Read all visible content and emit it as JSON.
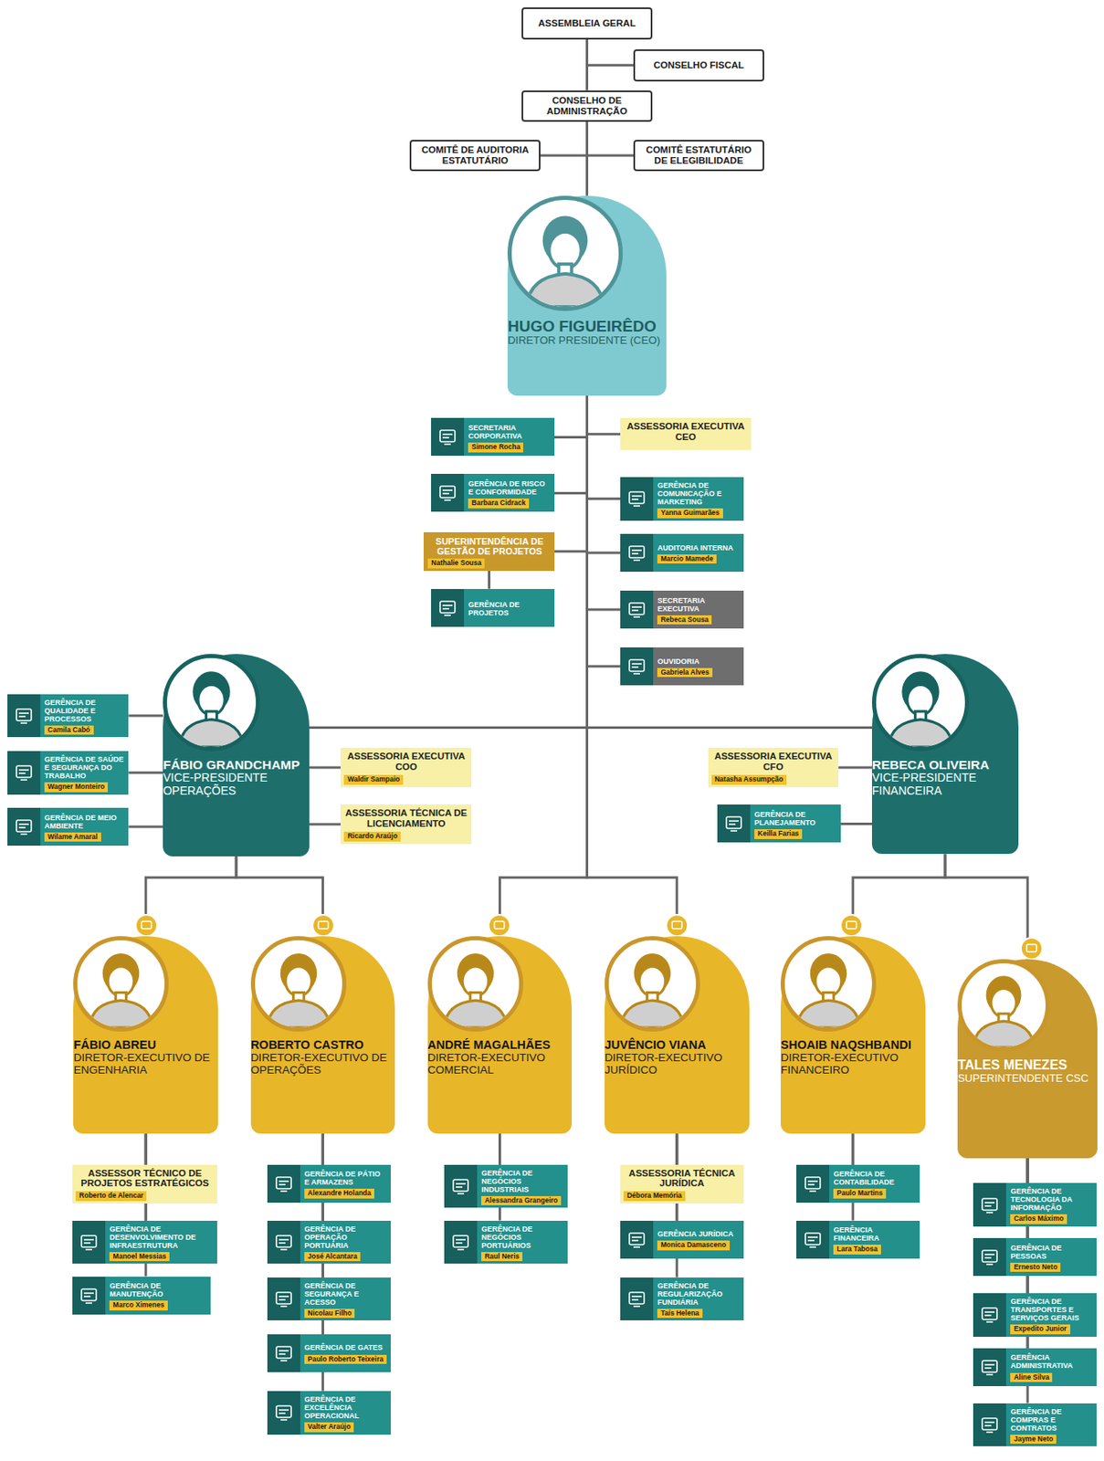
{
  "diagram": {
    "nodes": [
      {
        "text": [
          "ASSEMBLEIA GERAL"
        ]
      },
      {
        "text": [
          "CONSELHO FISCAL"
        ]
      },
      {
        "text": [
          "CONSELHO DE ADMINISTRAÇÃO"
        ]
      },
      {
        "text": [
          "COMITÊ DE AUDITORIA ESTATUTÁRIO"
        ]
      },
      {
        "text": [
          "COMITÊ ESTATUTÁRIO DE ELEGIBILIDADE"
        ]
      },
      {
        "text": [
          "HUGO FIGUEIRÊDO",
          "DIRETOR PRESIDENTE (CEO)"
        ]
      },
      {
        "text": [
          "SECRETARIA CORPORATIVA",
          "Simone Rocha"
        ]
      },
      {
        "text": [
          "ASSESSORIA EXECUTIVA CEO"
        ]
      },
      {
        "text": [
          "GERÊNCIA DE RISCO E CONFORMIDADE",
          "Barbara Cidrack"
        ]
      },
      {
        "text": [
          "GERÊNCIA DE COMUNICAÇÃO E MARKETING",
          "Yanna Guimarães"
        ]
      },
      {
        "text": [
          "SUPERINTENDÊNCIA DE GESTÃO DE PROJETOS",
          "Nathalie Sousa"
        ]
      },
      {
        "text": [
          "AUDITORIA INTERNA",
          "Marcio Mamede"
        ]
      },
      {
        "text": [
          "GERÊNCIA DE PROJETOS"
        ]
      },
      {
        "text": [
          "SECRETARIA EXECUTIVA",
          "Rebeca Sousa"
        ]
      },
      {
        "text": [
          "OUVIDORIA",
          "Gabriela Alves"
        ]
      },
      {
        "text": [
          "FÁBIO GRANDCHAMP",
          "VICE-PRESIDENTE OPERAÇÕES"
        ]
      },
      {
        "text": [
          "GERÊNCIA DE QUALIDADE E PROCESSOS",
          "Camila Cabó"
        ]
      },
      {
        "text": [
          "GERÊNCIA DE SAÚDE E SEGURANÇA DO TRABALHO",
          "Wagner Monteiro"
        ]
      },
      {
        "text": [
          "GERÊNCIA DE MEIO AMBIENTE",
          "Wilame Amaral"
        ]
      },
      {
        "text": [
          "ASSESSORIA EXECUTIVA COO",
          "Waldir Sampaio"
        ]
      },
      {
        "text": [
          "ASSESSORIA TÉCNICA DE LICENCIAMENTO",
          "Ricardo Araújo"
        ]
      },
      {
        "text": [
          "REBECA OLIVEIRA",
          "VICE-PRESIDENTE FINANCEIRA"
        ]
      },
      {
        "text": [
          "ASSESSORIA EXECUTIVA CFO",
          "Natasha Assumpção"
        ]
      },
      {
        "text": [
          "GERÊNCIA DE PLANEJAMENTO",
          "Keilla Farias"
        ]
      },
      {
        "text": [
          "FÁBIO ABREU",
          "DIRETOR-EXECUTIVO DE ENGENHARIA"
        ]
      },
      {
        "text": [
          "ROBERTO CASTRO",
          "DIRETOR-EXECUTIVO DE OPERAÇÕES"
        ]
      },
      {
        "text": [
          "ANDRÉ MAGALHÃES",
          "DIRETOR-EXECUTIVO COMERCIAL"
        ]
      },
      {
        "text": [
          "JUVÊNCIO VIANA",
          "DIRETOR-EXECUTIVO JURÍDICO"
        ]
      },
      {
        "text": [
          "SHOAIB NAQSHBANDI",
          "DIRETOR-EXECUTIVO FINANCEIRO"
        ]
      },
      {
        "text": [
          "TALES MENEZES",
          "SUPERINTENDENTE CSC"
        ]
      },
      {
        "text": [
          "ASSESSOR TÉCNICO DE PROJETOS ESTRATÉGICOS",
          "Roberto de Alencar"
        ]
      },
      {
        "text": [
          "GERÊNCIA DE DESENVOLVIMENTO DE INFRAESTRUTURA",
          "Manoel Messias"
        ]
      },
      {
        "text": [
          "GERÊNCIA DE MANUTENÇÃO",
          "Marco Ximenes"
        ]
      },
      {
        "text": [
          "GERÊNCIA DE PÁTIO E ARMAZENS",
          "Alexandre Holanda"
        ]
      },
      {
        "text": [
          "GERÊNCIA DE OPERAÇÃO PORTUÁRIA",
          "José Alcantara"
        ]
      },
      {
        "text": [
          "GERÊNCIA DE SEGURANÇA E ACESSO",
          "Nicolau Filho"
        ]
      },
      {
        "text": [
          "GERÊNCIA DE GATES",
          "Paulo Roberto Teixeira"
        ]
      },
      {
        "text": [
          "GERÊNCIA DE EXCELÊNCIA OPERACIONAL",
          "Valter Araújo"
        ]
      },
      {
        "text": [
          "GERÊNCIA DE NEGÓCIOS INDUSTRIAIS",
          "Alessandra Grangeiro"
        ]
      },
      {
        "text": [
          "GERÊNCIA DE NEGÓCIOS PORTUÁRIOS",
          "Raul Neris"
        ]
      },
      {
        "text": [
          "ASSESSORIA TÉCNICA JURÍDICA",
          "Débora Memória"
        ]
      },
      {
        "text": [
          "GERÊNCIA JURÍDICA",
          "Monica Damasceno"
        ]
      },
      {
        "text": [
          "GERÊNCIA DE REGULARIZAÇÃO FUNDIÁRIA",
          "Taís Helena"
        ]
      },
      {
        "text": [
          "GERÊNCIA DE CONTABILIDADE",
          "Paulo Martins"
        ]
      },
      {
        "text": [
          "GERÊNCIA FINANCEIRA",
          "Lara Tabosa"
        ]
      },
      {
        "text": [
          "GERÊNCIA DE TECNOLOGIA DA INFORMAÇÃO",
          "Carlos Máximo"
        ]
      },
      {
        "text": [
          "GERÊNCIA DE PESSOAS",
          "Ernesto Neto"
        ]
      },
      {
        "text": [
          "GERÊNCIA DE TRANSPORTES E SERVIÇOS GERAIS",
          "Expedito Junior"
        ]
      },
      {
        "text": [
          "GERÊNCIA ADMINISTRATIVA",
          "Aline Silva"
        ]
      },
      {
        "text": [
          "GERÊNCIA DE COMPRAS E CONTRATOS",
          "Jayme Neto"
        ]
      }
    ],
    "edges": [
      {
        "from": 0,
        "to": 1,
        "arrow": "none"
      },
      {
        "from": 0,
        "to": 2,
        "arrow": "none"
      },
      {
        "from": 2,
        "to": 3,
        "arrow": "none"
      },
      {
        "from": 2,
        "to": 4,
        "arrow": "none"
      },
      {
        "from": 2,
        "to": 5,
        "arrow": "none"
      },
      {
        "from": 5,
        "to": 6,
        "arrow": "none"
      },
      {
        "from": 5,
        "to": 7,
        "arrow": "none"
      },
      {
        "from": 5,
        "to": 8,
        "arrow": "none"
      },
      {
        "from": 5,
        "to": 9,
        "arrow": "none"
      },
      {
        "from": 5,
        "to": 10,
        "arrow": "none"
      },
      {
        "from": 5,
        "to": 11,
        "arrow": "none"
      },
      {
        "from": 10,
        "to": 12,
        "arrow": "none"
      },
      {
        "from": 5,
        "to": 13,
        "arrow": "none"
      },
      {
        "from": 5,
        "to": 14,
        "arrow": "none"
      },
      {
        "from": 5,
        "to": 15,
        "arrow": "none"
      },
      {
        "from": 5,
        "to": 21,
        "arrow": "none"
      },
      {
        "from": 5,
        "to": 26,
        "arrow": "none"
      },
      {
        "from": 5,
        "to": 27,
        "arrow": "none"
      },
      {
        "from": 15,
        "to": 16,
        "arrow": "none"
      },
      {
        "from": 15,
        "to": 17,
        "arrow": "none"
      },
      {
        "from": 15,
        "to": 18,
        "arrow": "none"
      },
      {
        "from": 15,
        "to": 19,
        "arrow": "none"
      },
      {
        "from": 15,
        "to": 20,
        "arrow": "none"
      },
      {
        "from": 21,
        "to": 22,
        "arrow": "none"
      },
      {
        "from": 21,
        "to": 23,
        "arrow": "none"
      },
      {
        "from": 15,
        "to": 24,
        "arrow": "none"
      },
      {
        "from": 15,
        "to": 25,
        "arrow": "none"
      },
      {
        "from": 21,
        "to": 28,
        "arrow": "none"
      },
      {
        "from": 21,
        "to": 29,
        "arrow": "none"
      },
      {
        "from": 24,
        "to": 30,
        "arrow": "none"
      },
      {
        "from": 24,
        "to": 31,
        "arrow": "none"
      },
      {
        "from": 24,
        "to": 32,
        "arrow": "none"
      },
      {
        "from": 25,
        "to": 33,
        "arrow": "none"
      },
      {
        "from": 25,
        "to": 34,
        "arrow": "none"
      },
      {
        "from": 25,
        "to": 35,
        "arrow": "none"
      },
      {
        "from": 25,
        "to": 36,
        "arrow": "none"
      },
      {
        "from": 25,
        "to": 37,
        "arrow": "none"
      },
      {
        "from": 26,
        "to": 38,
        "arrow": "none"
      },
      {
        "from": 26,
        "to": 39,
        "arrow": "none"
      },
      {
        "from": 27,
        "to": 40,
        "arrow": "none"
      },
      {
        "from": 27,
        "to": 41,
        "arrow": "none"
      },
      {
        "from": 27,
        "to": 42,
        "arrow": "none"
      },
      {
        "from": 28,
        "to": 43,
        "arrow": "none"
      },
      {
        "from": 28,
        "to": 44,
        "arrow": "none"
      },
      {
        "from": 29,
        "to": 45,
        "arrow": "none"
      },
      {
        "from": 29,
        "to": 46,
        "arrow": "none"
      },
      {
        "from": 29,
        "to": 47,
        "arrow": "none"
      },
      {
        "from": 29,
        "to": 48,
        "arrow": "none"
      },
      {
        "from": 29,
        "to": 49,
        "arrow": "none"
      }
    ]
  }
}
